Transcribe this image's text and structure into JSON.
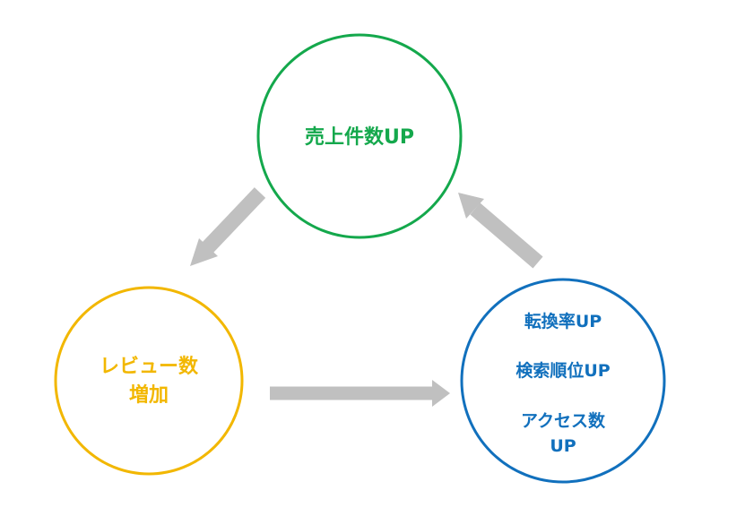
{
  "colors": {
    "sales": "#14a84c",
    "reviews": "#f2b700",
    "ranking": "#1170bd",
    "arrow": "#c0c0c0",
    "background": "#ffffff"
  },
  "nodes": {
    "sales": {
      "lines": [
        "売上件数UP"
      ]
    },
    "reviews": {
      "lines": [
        "レビュー数",
        "増加"
      ]
    },
    "ranking": {
      "lines": [
        "転換率UP",
        "検索順位UP",
        "アクセス数",
        "UP"
      ]
    }
  },
  "arrows": [
    {
      "from": "sales",
      "to": "reviews"
    },
    {
      "from": "reviews",
      "to": "ranking"
    },
    {
      "from": "ranking",
      "to": "sales"
    }
  ]
}
